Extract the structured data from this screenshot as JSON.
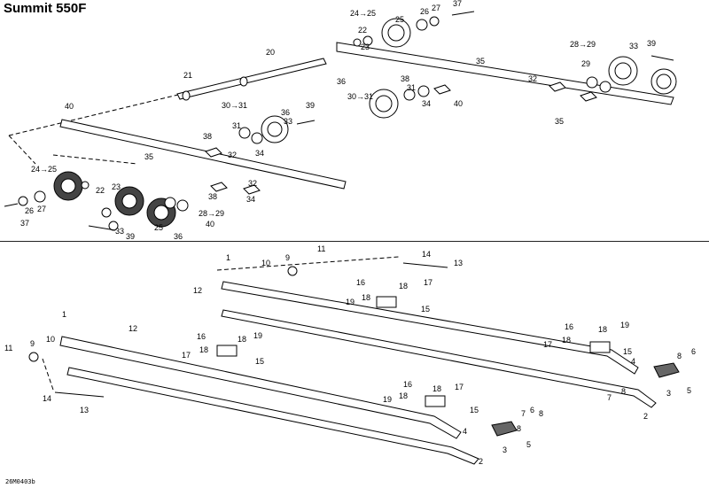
{
  "title": "Summit 550F",
  "drawing_code": "26M0403b",
  "callouts_top": [
    "23",
    "24→25",
    "25",
    "26",
    "27",
    "37",
    "22",
    "21",
    "20",
    "35",
    "28→29",
    "33",
    "39",
    "36",
    "30→31",
    "38",
    "31",
    "32",
    "34",
    "40",
    "29",
    "35",
    "24→25",
    "26",
    "27",
    "37",
    "39",
    "33",
    "36",
    "28→29",
    "38",
    "40",
    "34",
    "32",
    "35",
    "22",
    "23",
    "25",
    "36",
    "33",
    "39",
    "30→31",
    "31",
    "38",
    "32",
    "34",
    "40",
    "23"
  ],
  "callouts_bottom": [
    "1",
    "10",
    "9",
    "11",
    "12",
    "14",
    "13",
    "16",
    "18",
    "17",
    "19",
    "18",
    "15",
    "1",
    "12",
    "11",
    "9",
    "10",
    "14",
    "13",
    "16",
    "18",
    "19",
    "17",
    "18",
    "15",
    "16",
    "18",
    "19",
    "17",
    "18",
    "15",
    "4",
    "7",
    "8",
    "3",
    "8",
    "6",
    "5",
    "2",
    "16",
    "18",
    "17",
    "19",
    "18",
    "15",
    "4",
    "7",
    "8",
    "6",
    "8",
    "3",
    "5",
    "2"
  ]
}
